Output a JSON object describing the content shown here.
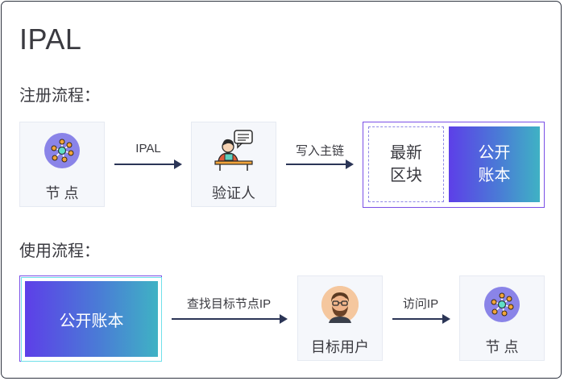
{
  "title": "IPAL",
  "register": {
    "heading": "注册流程：",
    "node_label": "节 点",
    "arrow1_label": "IPAL",
    "verifier_label": "验证人",
    "arrow2_label": "写入主链",
    "latest_block_line1": "最新",
    "latest_block_line2": "区块",
    "public_ledger_line1": "公开",
    "public_ledger_line2": "账本"
  },
  "usage": {
    "heading": "使用流程：",
    "public_ledger": "公开账本",
    "arrow1_label": "查找目标节点IP",
    "target_user_label": "目标用户",
    "arrow2_label": "访问IP",
    "node_label": "节 点"
  },
  "colors": {
    "gradient_start": "#5d3fe8",
    "gradient_end": "#3fb2c4",
    "node_circle": "#8a84e8",
    "arrow": "#2b3556"
  },
  "icons": {
    "node": "network-node-icon",
    "verifier": "person-at-desk-icon",
    "user": "bearded-user-avatar-icon"
  }
}
